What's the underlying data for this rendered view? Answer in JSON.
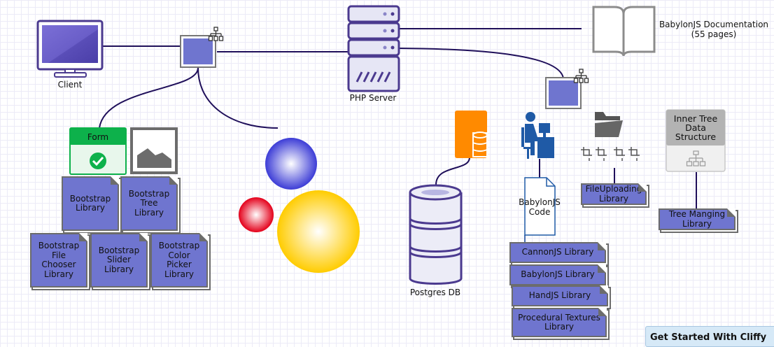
{
  "nodes": {
    "client": "Client",
    "php_server": "PHP Server",
    "doc_title": "BabylonJS Documentation",
    "doc_pages": "(55 pages)",
    "postgres": "Postgres DB",
    "form": "Form",
    "babylon_code": "BabylonJS Code",
    "inner_tree": "Inner Tree Data Structure"
  },
  "libraries": {
    "bootstrap": "Bootstrap Library",
    "bootstrap_tree": "Bootstrap Tree Library",
    "bootstrap_file_chooser": "Bootstrap File Chooser Library",
    "bootstrap_slider": "Bootstrap Slider Library",
    "bootstrap_color_picker": "Bootstrap Color Picker Library",
    "file_uploading": "FileUploading Library",
    "tree_managing": "Tree Manging Library",
    "cannonjs": "CannonJS Library",
    "babylonjs": "BabylonJS Library",
    "handjs": "HandJS Library",
    "procedural_textures": "Procedural Textures Library"
  },
  "cta": {
    "label": "Get Started With Cliffy"
  },
  "colors": {
    "node_fill": "#6f75cf",
    "connector": "#1f0f5a",
    "server_fill": "#e6e6f5",
    "form_green": "#0db14b",
    "inner_tree_gray": "#b3b3b3",
    "postgres_outline": "#4b3a8f",
    "orange": "#ff8a00",
    "red_ball": "#e8001c",
    "blue_ball": "#4d4ed8",
    "yellow_ball": "#ffd000"
  }
}
